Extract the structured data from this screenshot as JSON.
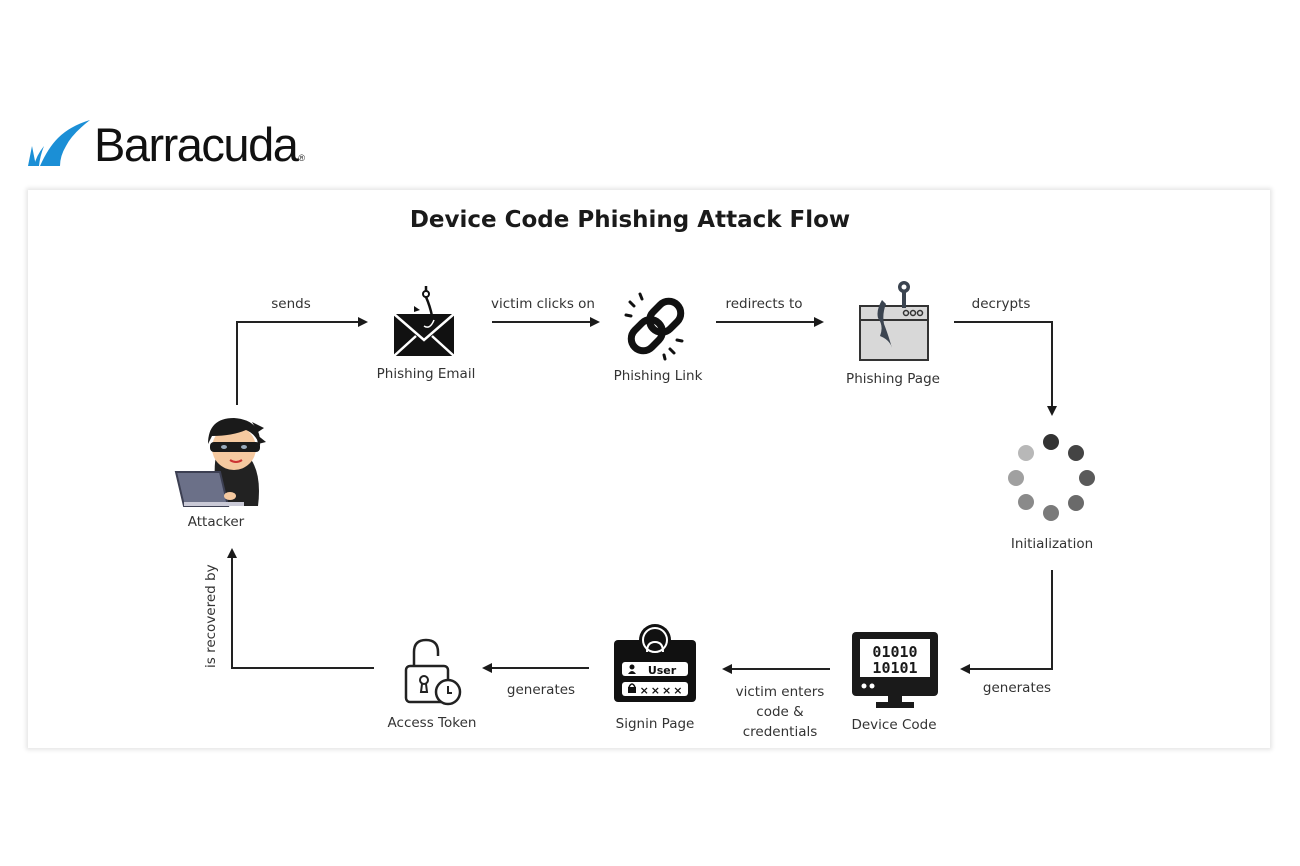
{
  "brand": {
    "name": "Barracuda",
    "registered_mark": "®",
    "color": "#1b8fd6"
  },
  "diagram": {
    "title": "Device Code Phishing Attack Flow",
    "nodes": [
      {
        "id": "attacker",
        "label": "Attacker",
        "icon": "hacker-at-laptop-icon"
      },
      {
        "id": "phishing-email",
        "label": "Phishing Email",
        "icon": "envelope-with-fishhook-icon"
      },
      {
        "id": "phishing-link",
        "label": "Phishing Link",
        "icon": "broken-chain-link-icon"
      },
      {
        "id": "phishing-page",
        "label": "Phishing Page",
        "icon": "browser-window-with-hook-icon"
      },
      {
        "id": "initialization",
        "label": "Initialization",
        "icon": "loading-spinner-icon"
      },
      {
        "id": "device-code",
        "label": "Device Code",
        "icon": "monitor-binary-icon",
        "screen_lines": [
          "01010",
          "10101"
        ]
      },
      {
        "id": "signin-page",
        "label": "Signin Page",
        "icon": "login-form-icon",
        "field_user": "User",
        "field_password": "××××"
      },
      {
        "id": "access-token",
        "label": "Access Token",
        "icon": "unlocked-padlock-clock-icon"
      }
    ],
    "edges": [
      {
        "from": "attacker",
        "to": "phishing-email",
        "label": "sends"
      },
      {
        "from": "phishing-email",
        "to": "phishing-link",
        "label": "victim clicks on"
      },
      {
        "from": "phishing-link",
        "to": "phishing-page",
        "label": "redirects to"
      },
      {
        "from": "phishing-page",
        "to": "initialization",
        "label": "decrypts"
      },
      {
        "from": "initialization",
        "to": "device-code",
        "label": "generates"
      },
      {
        "from": "device-code",
        "to": "signin-page",
        "label_lines": [
          "victim enters",
          "code &",
          "credentials"
        ]
      },
      {
        "from": "signin-page",
        "to": "access-token",
        "label": "generates"
      },
      {
        "from": "access-token",
        "to": "attacker",
        "label": "is recovered by"
      }
    ]
  }
}
